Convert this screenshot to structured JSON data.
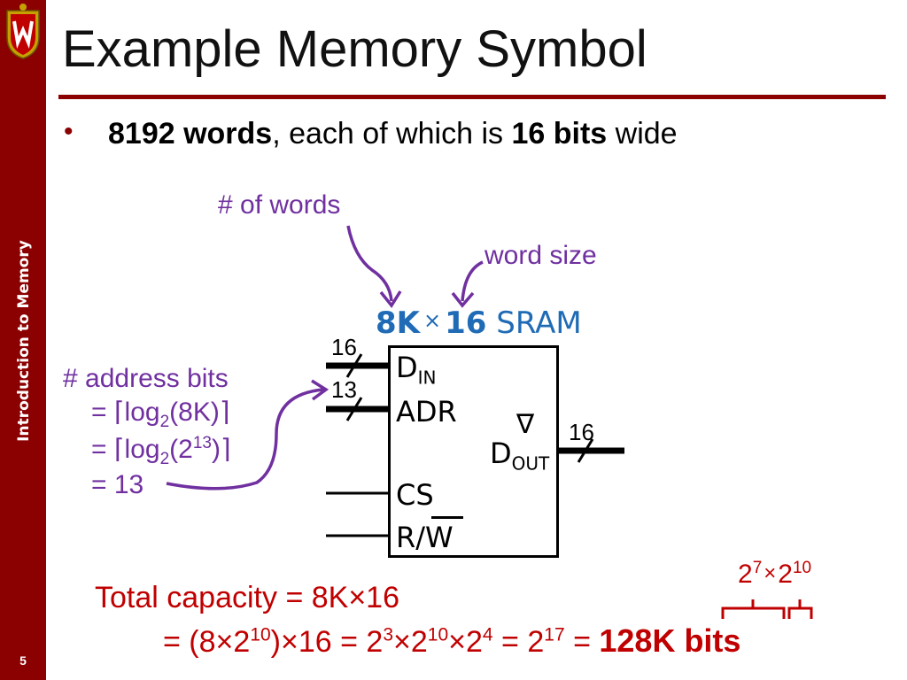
{
  "sidebar": {
    "title": "Introduction to Memory",
    "slide_number": "5"
  },
  "slide": {
    "title": "Example Memory Symbol",
    "bullet": {
      "part1_bold": "8192 words",
      "part2": ", each of which is ",
      "part3_bold": "16 bits",
      "part4": " wide"
    }
  },
  "annotations": {
    "num_words": "# of words",
    "word_size": "word size",
    "address_bits": "# address bits"
  },
  "memory": {
    "title_k": "8K",
    "title_times": "×",
    "title_width": "16",
    "title_type": "SRAM",
    "pins": {
      "din_main": "D",
      "din_sub": "IN",
      "adr": "ADR",
      "dout_main": "D",
      "dout_sub": "OUT",
      "cs": "CS",
      "rw": "R/W",
      "triangle": "∇"
    },
    "bus_widths": {
      "din": "16",
      "adr": "13",
      "dout": "16"
    }
  },
  "address_eq": {
    "eq1": {
      "prefix": "= ⌈log",
      "sub": "2",
      "suffix": "(8K)⌉"
    },
    "eq2": {
      "prefix": "= ⌈log",
      "sub": "2",
      "mid": "(2",
      "sup": "13",
      "suffix": ")⌉"
    },
    "eq3": "= 13"
  },
  "capacity": {
    "line1": "Total capacity = 8K×16",
    "line2": {
      "a": "= (8×2",
      "a_sup": "10",
      "b": ")×16 = 2",
      "b_sup": "3",
      "c": "×2",
      "c_sup": "10",
      "d": "×2",
      "d_sup": "4",
      "e": " = 2",
      "e_sup": "17",
      "f": " = ",
      "result": "128K bits"
    },
    "brace": {
      "a": "2",
      "a_sup": "7",
      "times": "×",
      "b": "2",
      "b_sup": "10"
    }
  },
  "colors": {
    "accent": "#8b0000",
    "annotation": "#7030a0",
    "title_blue": "#1f6bb5",
    "capacity_red": "#c00000"
  }
}
